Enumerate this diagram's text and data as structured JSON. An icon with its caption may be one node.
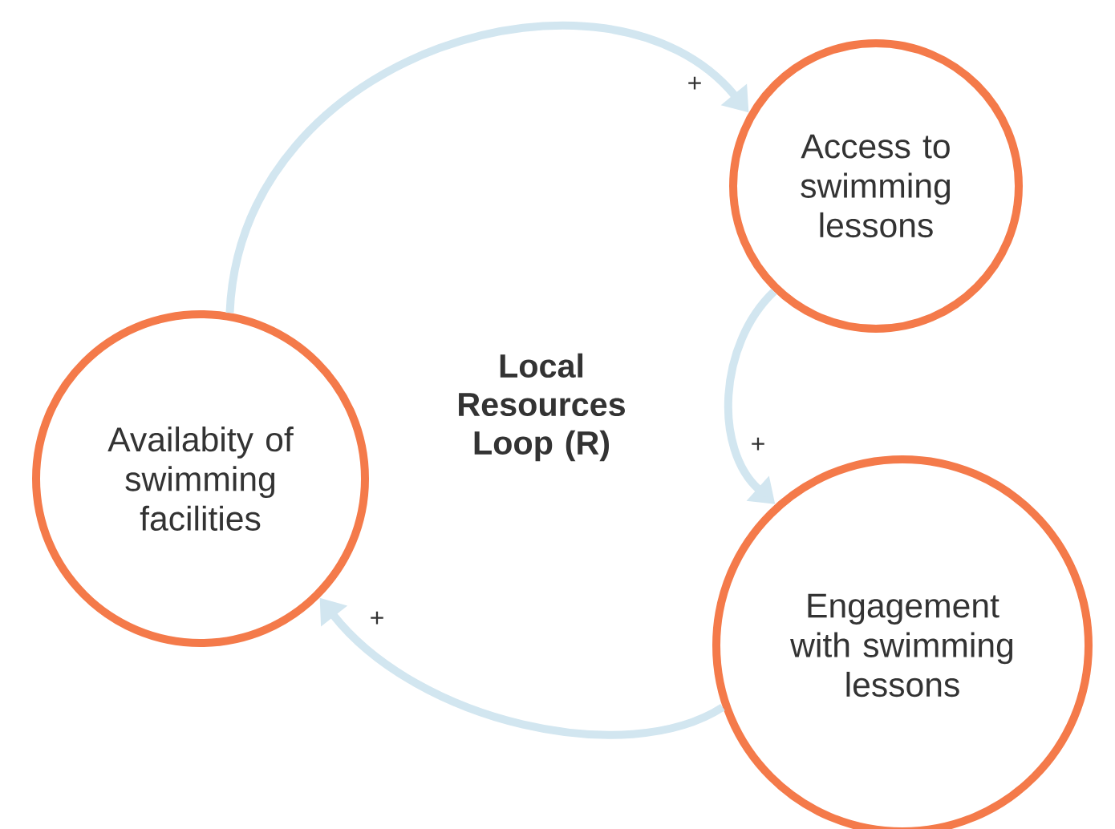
{
  "diagram": {
    "nodes": [
      {
        "text": [
          "Access to swimming lessons"
        ]
      },
      {
        "text": [
          "Engagement with swimming lessons"
        ]
      },
      {
        "text": [
          "Availabity of swimming facilities"
        ]
      }
    ],
    "edges": [
      {
        "from": 2,
        "to": 0,
        "arrow": "to",
        "label": "+"
      },
      {
        "from": 0,
        "to": 1,
        "arrow": "to",
        "label": "+"
      },
      {
        "from": 1,
        "to": 2,
        "arrow": "to",
        "label": "+"
      }
    ],
    "labels": [
      "Local Resources Loop (R)"
    ]
  }
}
